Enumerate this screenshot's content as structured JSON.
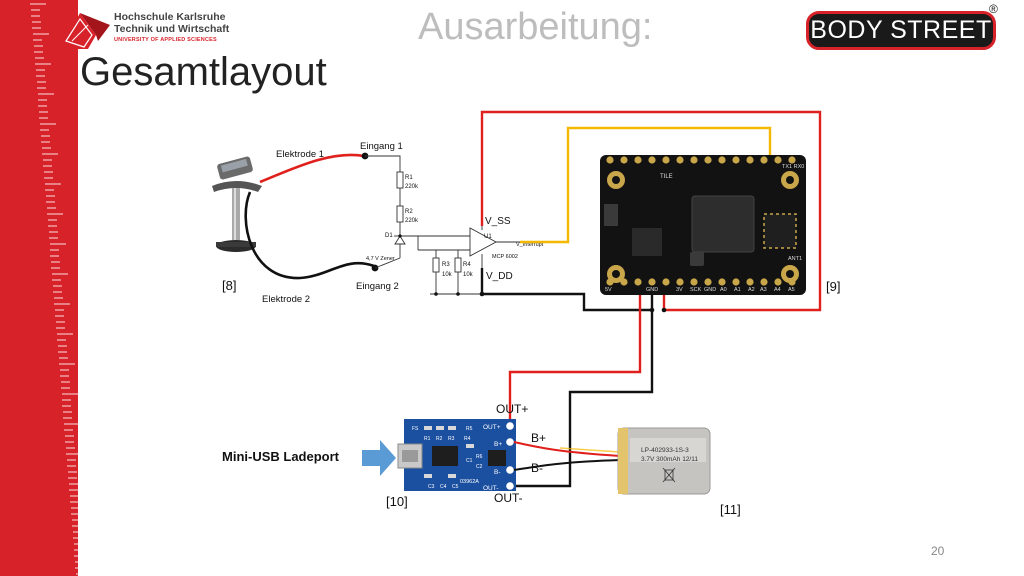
{
  "slide": {
    "subtitle": "Ausarbeitung:",
    "title": "Gesamtlayout",
    "page_number": "20"
  },
  "logo_hs": {
    "line1": "Hochschule Karlsruhe",
    "line2": "Technik und Wirtschaft",
    "line3": "UNIVERSITY OF APPLIED SCIENCES"
  },
  "brand": {
    "name": "BODY STREET",
    "registered_mark": "®"
  },
  "colors": {
    "red": "#d8222a",
    "wire_red": "#e0201c",
    "wire_yellow": "#f5b800",
    "wire_black": "#111111",
    "arrow_blue": "#5b9bd5",
    "board_blue": "#1b4fa0"
  },
  "schematic": {
    "elektrode1": "Elektrode 1",
    "elektrode2": "Elektrode 2",
    "eingang1": "Eingang 1",
    "eingang2": "Eingang 2",
    "r1": "R1",
    "r1_val": "220k",
    "r2": "R2",
    "r2_val": "220k",
    "d1": "D1",
    "zener": "4,7 V Zener",
    "r3": "R3",
    "r3_val": "10k",
    "r4": "R4",
    "r4_val": "10k",
    "u1": "U1",
    "opamp": "MCP 6002",
    "vss": "V_SS",
    "vdd": "V_DD",
    "vint": "V_Interrupt"
  },
  "refs": {
    "r8": "[8]",
    "r9": "[9]",
    "r10": "[10]",
    "r11": "[11]"
  },
  "charger": {
    "out_plus": "OUT+",
    "out_minus": "OUT-",
    "b_plus": "B+",
    "b_minus": "B-",
    "usb_label": "Mini-USB Ladeport",
    "pin_outp": "OUT+",
    "pin_bp": "B+",
    "pin_bm": "B-",
    "pin_outm": "OUT-",
    "chip": "03962A",
    "r1": "R1",
    "r2": "R2",
    "r3": "R3",
    "r4": "R4",
    "r5": "R5",
    "r6": "R6",
    "c1": "C1",
    "c2": "C2",
    "c3": "C3",
    "c4": "C4",
    "c5": "C5",
    "fs": "FS"
  },
  "battery": {
    "line1": "LP-402933-1S-3",
    "line2": "3.7V 300mAh 12/11"
  },
  "board": {
    "pin_5v": "5V",
    "pin_gnd": "GND",
    "pin_3v": "3V",
    "pin_sck": "SCK",
    "pin_gnd2": "GND",
    "pin_a0": "A0",
    "pin_a1": "A1",
    "pin_a2": "A2",
    "pin_a3": "A3",
    "pin_a4": "A4",
    "pin_a5": "A5",
    "tile": "TILE",
    "ant1": "ANT1",
    "txrx": "TX1 RX0"
  }
}
